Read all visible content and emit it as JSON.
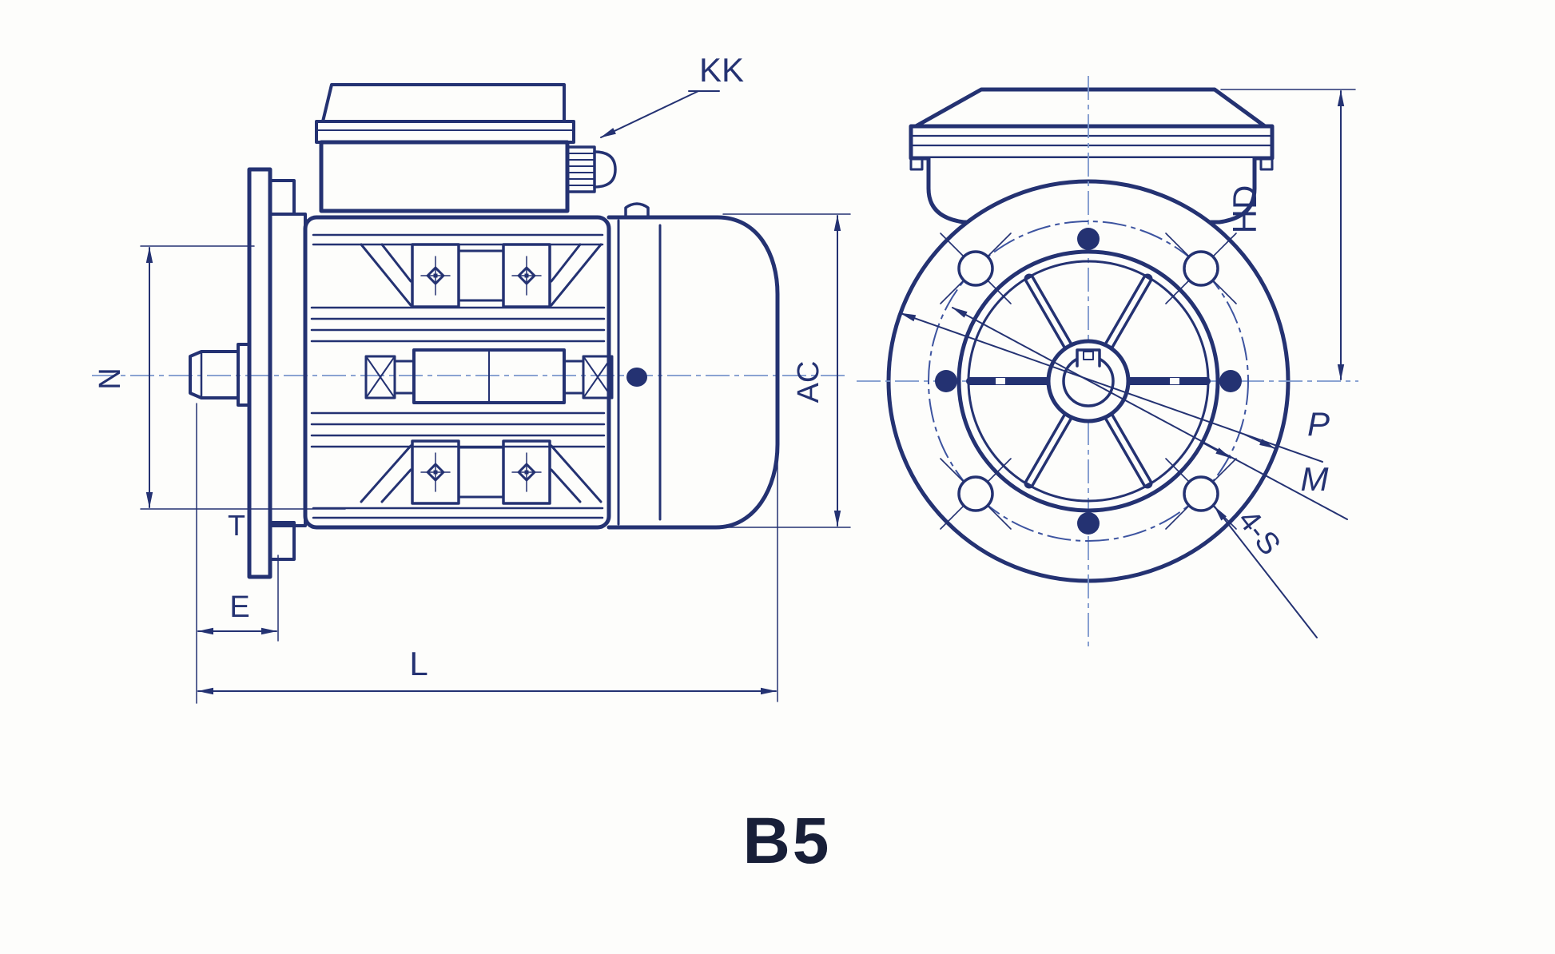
{
  "title": "B5",
  "labels": {
    "kk": "KK",
    "n": "N",
    "t": "T",
    "e": "E",
    "l": "L",
    "ac": "AC",
    "hd": "HD",
    "p": "P",
    "m": "M",
    "four_s": "4-S"
  },
  "colors": {
    "ink": "#243272",
    "ink-dark": "#1b2556",
    "cl": "#7a96cc",
    "paper": "#fdfdfb",
    "title": "#181f38"
  }
}
